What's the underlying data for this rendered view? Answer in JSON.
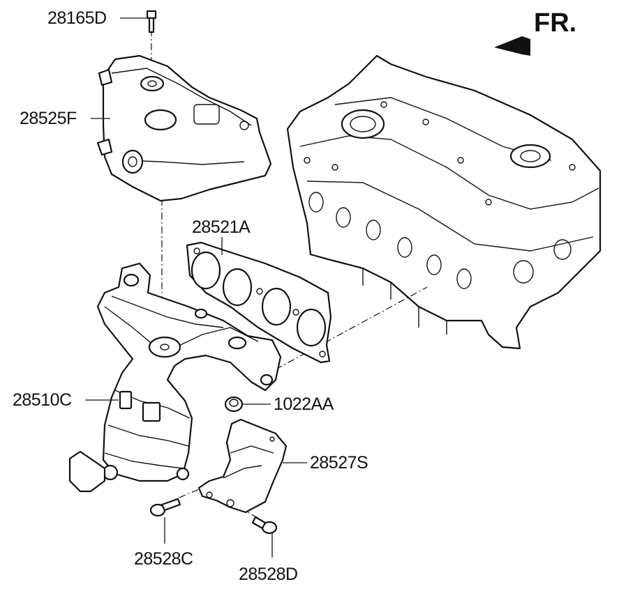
{
  "direction_label": "FR.",
  "parts": {
    "bolt_top": "28165D",
    "heat_shield_upper": "28525F",
    "gasket": "28521A",
    "manifold_converter": "28510C",
    "nut": "1022AA",
    "heat_shield_lower": "28527S",
    "bolt_left": "28528C",
    "bolt_right": "28528D"
  }
}
